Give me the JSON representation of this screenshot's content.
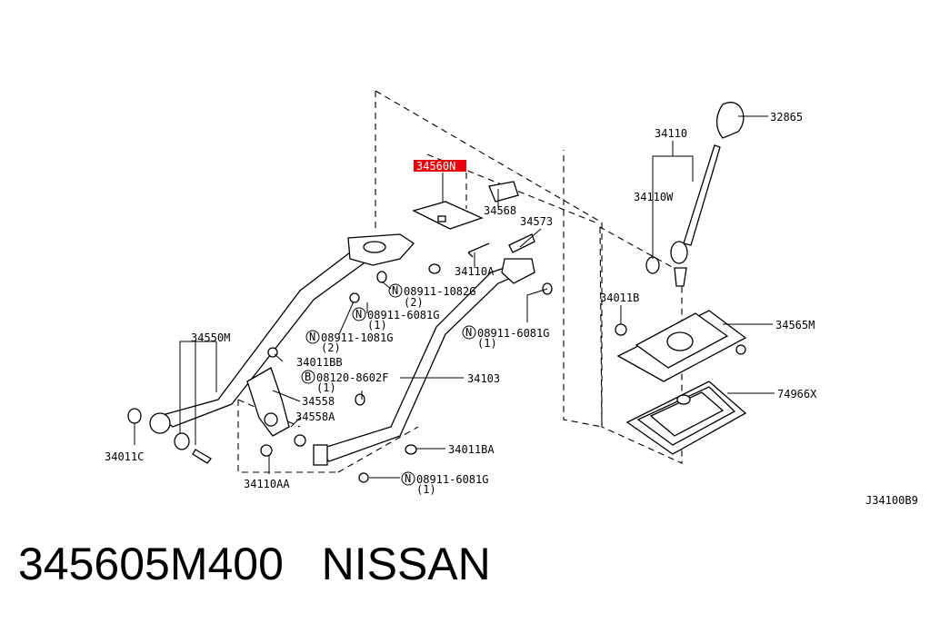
{
  "callouts": {
    "p34560N": "34560N",
    "p34568": "34568",
    "p34573": "34573",
    "p34110A": "34110A",
    "p08911_1082G": "08911-1082G",
    "p08911_1082G_qty": "(2)",
    "p08911_6081G_a": "08911-6081G",
    "p08911_6081G_a_qty": "(1)",
    "p08911_1081G": "08911-1081G",
    "p08911_1081G_qty": "(2)",
    "p08911_6081G_b": "08911-6081G",
    "p08911_6081G_b_qty": "(1)",
    "p34550M": "34550M",
    "p34011BB": "34011BB",
    "p08120_8602F": "08120-8602F",
    "p08120_8602F_qty": "(1)",
    "p34103": "34103",
    "p34558": "34558",
    "p34558A": "34558A",
    "p34011C": "34011C",
    "p34011BA": "34011BA",
    "p34110AA": "34110AA",
    "p08911_6081G_c": "08911-6081G",
    "p08911_6081G_c_qty": "(1)",
    "p32865": "32865",
    "p34110": "34110",
    "p34110W": "34110W",
    "p34011B": "34011B",
    "p34565M": "34565M",
    "p74966X": "74966X",
    "prefix_N": "N",
    "prefix_B": "B"
  },
  "diagram_code": "J34100B9",
  "caption": {
    "part_number": "345605M400",
    "brand": "NISSAN"
  },
  "highlight_color": "#e8000d"
}
